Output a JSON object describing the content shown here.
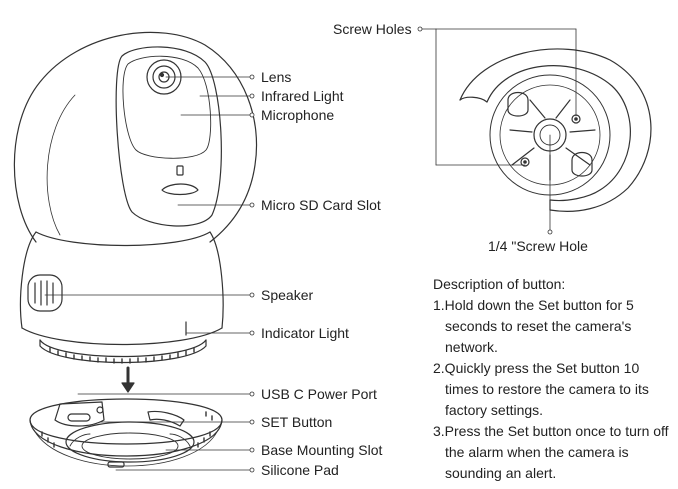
{
  "labels": {
    "lens": "Lens",
    "infrared_light": "Infrared Light",
    "microphone": "Microphone",
    "micro_sd_card_slot": "Micro SD Card Slot",
    "speaker": "Speaker",
    "indicator_light": "Indicator Light",
    "usb_c_power_port": "USB C Power Port",
    "set_button": "SET Button",
    "base_mounting_slot": "Base Mounting Slot",
    "silicone_pad": "Silicone Pad",
    "screw_holes": "Screw Holes",
    "quarter_inch_screw_hole": "1/4 \"Screw Hole"
  },
  "description": {
    "title": "Description of button:",
    "items": [
      "1.Hold down the Set button for 5 seconds to reset the camera's network.",
      "2.Quickly press the Set button 10 times to restore the camera to its factory settings.",
      "3.Press the Set button once to turn off the alarm when the camera is sounding an alert."
    ]
  },
  "colors": {
    "line": "#333333",
    "text": "#222222",
    "background": "#ffffff"
  }
}
